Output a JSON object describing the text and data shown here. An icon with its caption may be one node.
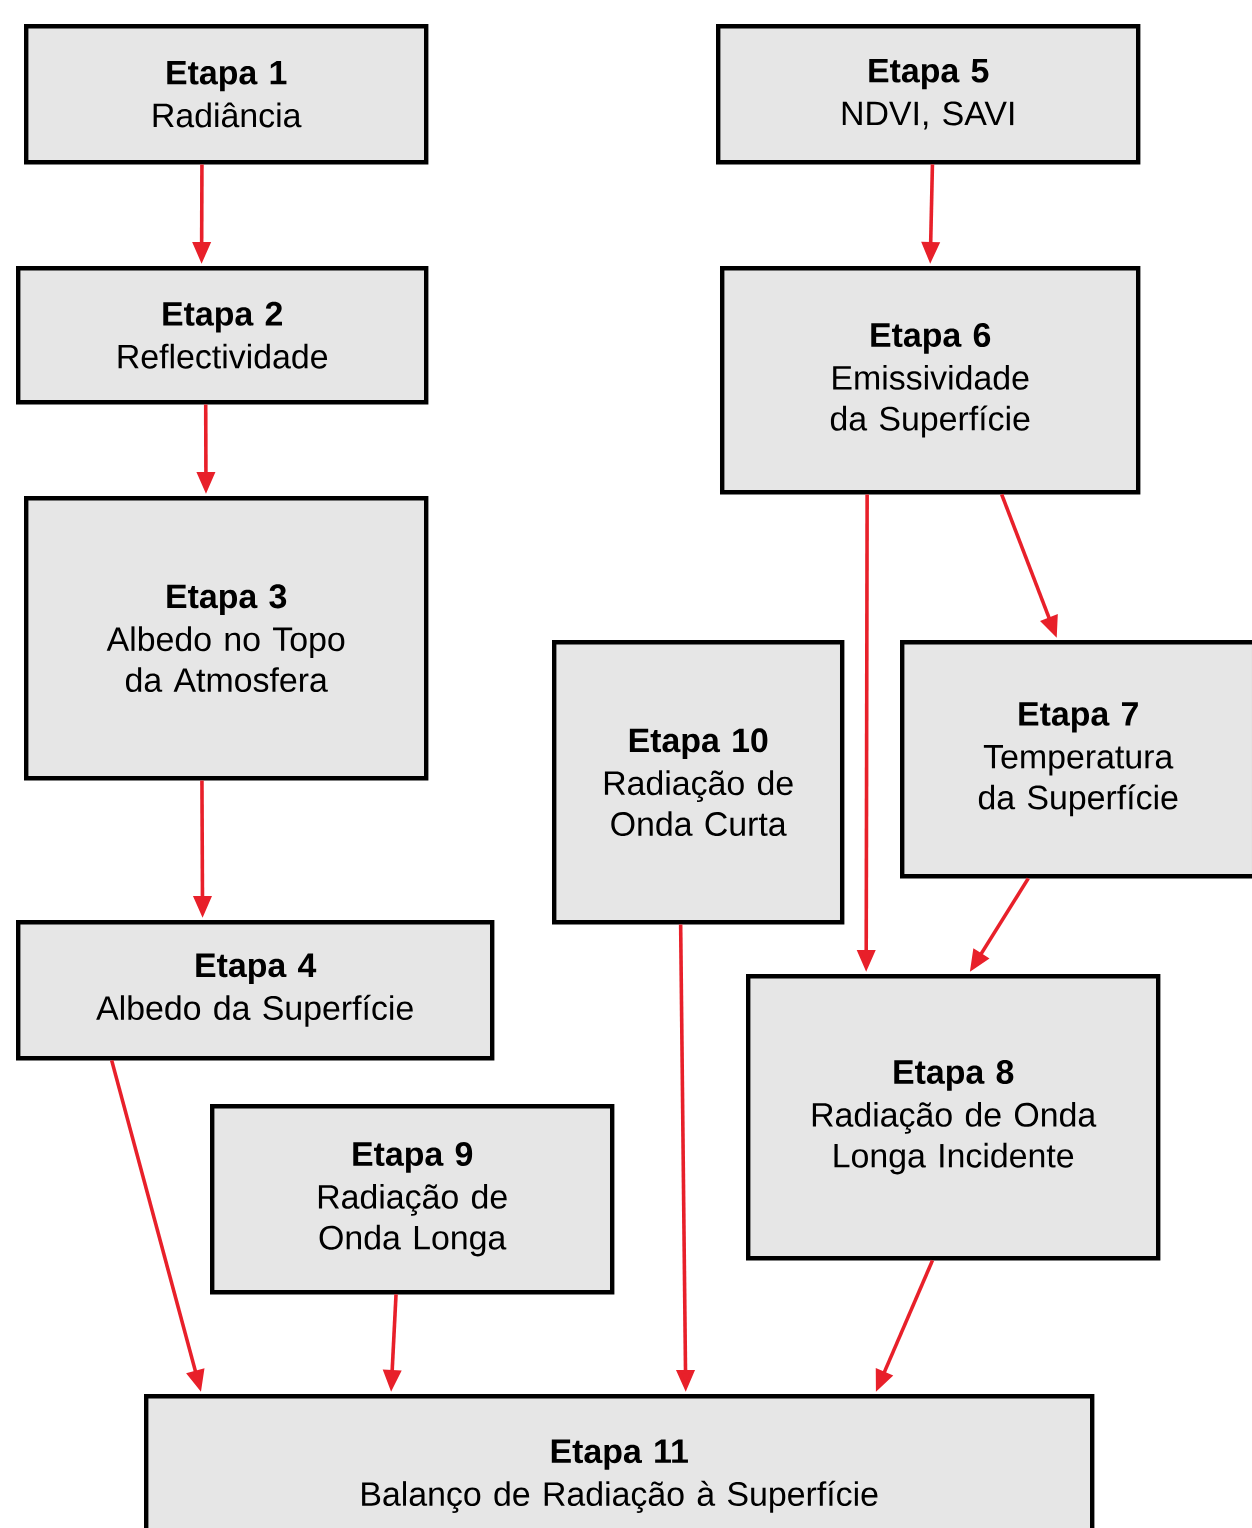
{
  "diagram": {
    "nodes": [
      {
        "text": [
          "Etapa 1",
          "Radiância"
        ]
      },
      {
        "text": [
          "Etapa 2",
          "Reflectividade"
        ]
      },
      {
        "text": [
          "Etapa 3",
          "Albedo no Topo da Atmosfera"
        ]
      },
      {
        "text": [
          "Etapa 4",
          "Albedo da Superfície"
        ]
      },
      {
        "text": [
          "Etapa 5",
          "NDVI, SAVI"
        ]
      },
      {
        "text": [
          "Etapa 6",
          "Emissividade da Superfície"
        ]
      },
      {
        "text": [
          "Etapa 7",
          "Temperatura da Superfície"
        ]
      },
      {
        "text": [
          "Etapa 8",
          "Radiação de Onda Longa Incidente"
        ]
      },
      {
        "text": [
          "Etapa 9",
          "Radiação de Onda Longa"
        ]
      },
      {
        "text": [
          "Etapa 10",
          "Radiação de Onda Curta"
        ]
      },
      {
        "text": [
          "Etapa 11",
          "Balanço de Radiação à Superfície"
        ]
      }
    ],
    "edges": [
      {
        "from": 0,
        "to": 1,
        "arrow": "to"
      },
      {
        "from": 1,
        "to": 2,
        "arrow": "to"
      },
      {
        "from": 2,
        "to": 3,
        "arrow": "to"
      },
      {
        "from": 4,
        "to": 5,
        "arrow": "to"
      },
      {
        "from": 5,
        "to": 6,
        "arrow": "to"
      },
      {
        "from": 5,
        "to": 7,
        "arrow": "to"
      },
      {
        "from": 6,
        "to": 7,
        "arrow": "to"
      },
      {
        "from": 3,
        "to": 10,
        "arrow": "to"
      },
      {
        "from": 8,
        "to": 10,
        "arrow": "to"
      },
      {
        "from": 9,
        "to": 10,
        "arrow": "to"
      },
      {
        "from": 7,
        "to": 10,
        "arrow": "to"
      }
    ]
  }
}
